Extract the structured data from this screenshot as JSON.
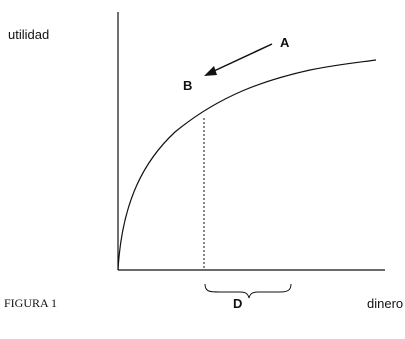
{
  "labels": {
    "y_axis": "utilidad",
    "x_axis": "dinero",
    "figure": "FIGURA 1",
    "point_a": "A",
    "point_b": "B",
    "bracket": "D"
  },
  "colors": {
    "ink": "#111111",
    "background": "#ffffff"
  }
}
